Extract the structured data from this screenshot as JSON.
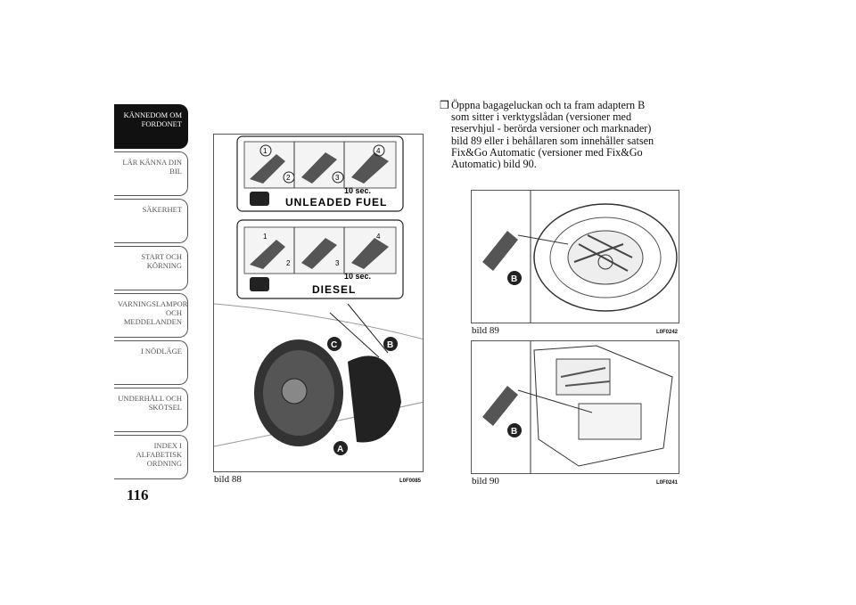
{
  "sidebar": {
    "items": [
      {
        "label": "KÄNNEDOM OM FORDONET",
        "active": true
      },
      {
        "label": "LÄR KÄNNA DIN BIL",
        "active": false
      },
      {
        "label": "SÄKERHET",
        "active": false
      },
      {
        "label": "START OCH KÖRNING",
        "active": false
      },
      {
        "label": "VARNINGSLAMPOR OCH MEDDELANDEN",
        "active": false
      },
      {
        "label": "I NÖDLÄGE",
        "active": false
      },
      {
        "label": "UNDERHÅLL OCH SKÖTSEL",
        "active": false
      },
      {
        "label": "INDEX I ALFABETISK ORDNING",
        "active": false
      }
    ]
  },
  "page_number": "116",
  "figure88": {
    "caption": "bild 88",
    "code": "L0F0085",
    "label1": "UNLEADED FUEL",
    "label2": "DIESEL",
    "timer": "10 sec.",
    "steps": [
      "1",
      "2",
      "3",
      "4"
    ],
    "callouts": [
      "A",
      "B",
      "C"
    ]
  },
  "figure89": {
    "caption": "bild 89",
    "code": "L0F0242",
    "callout": "B"
  },
  "figure90": {
    "caption": "bild 90",
    "code": "L0F0241",
    "callout": "B"
  },
  "paragraph": {
    "bullet": "❒",
    "text": "Öppna bagageluckan och ta fram adaptern B\nsom sitter i verktygslådan (versioner med\nreservhjul - berörda versioner och marknader)\nbild 89 eller i behållaren som innehåller satsen\nFix&Go Automatic (versioner med Fix&Go\nAutomatic) bild 90."
  }
}
